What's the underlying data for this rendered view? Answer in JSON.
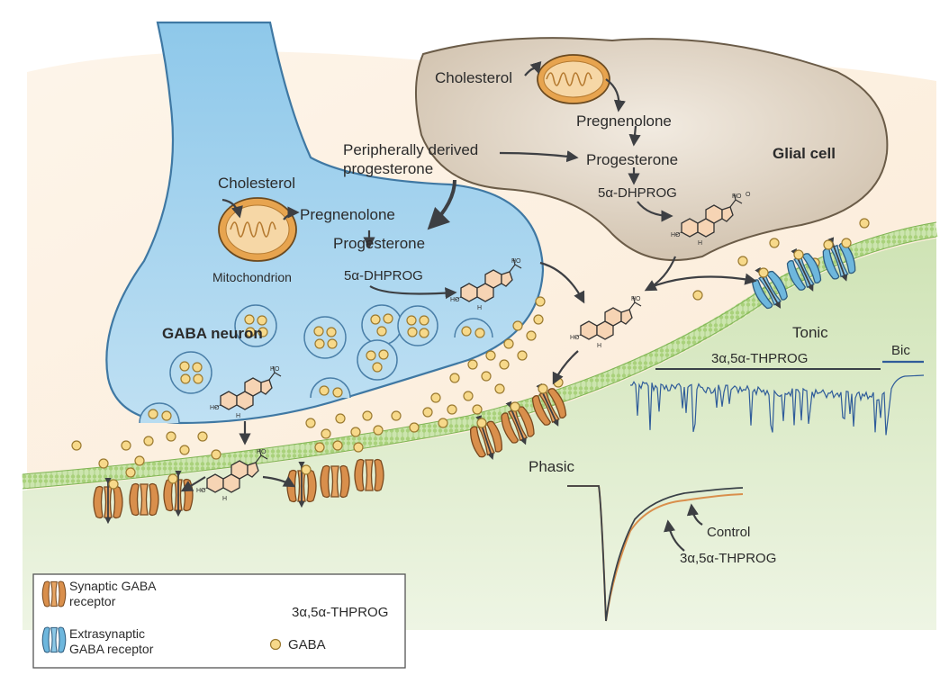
{
  "labels": {
    "glial_cholesterol": "Cholesterol",
    "glial_pregnenolone": "Pregnenolone",
    "glial_progesterone": "Progesterone",
    "glial_dhprog": "5α-DHPROG",
    "glial_cell": "Glial cell",
    "peripheral_line1": "Peripherally derived",
    "peripheral_line2": "progesterone",
    "neuron_cholesterol": "Cholesterol",
    "neuron_pregnenolone": "Pregnenolone",
    "neuron_progesterone": "Progesterone",
    "neuron_dhprog": "5α-DHPROG",
    "mitochondrion": "Mitochondrion",
    "gaba_neuron": "GABA neuron",
    "tonic": "Tonic",
    "phasic": "Phasic",
    "thprog_bar": "3α,5α-THPROG",
    "bic": "Bic",
    "control": "Control",
    "thprog_trace": "3α,5α-THPROG"
  },
  "legend": {
    "synaptic_line1": "Synaptic GABA",
    "synaptic_line2": "receptor",
    "extrasynaptic_line1": "Extrasynaptic",
    "extrasynaptic_line2": "GABA receptor",
    "steroid": "3α,5α-THPROG",
    "gaba": "GABA"
  },
  "steroid_labels": {
    "ho": "HO",
    "h": "H",
    "o": "O"
  },
  "colors": {
    "neuron_fill": "#a6d3ee",
    "glial_fill": "#e2d6c6",
    "synaptic_receptor": "#d98f4c",
    "extrasynaptic_receptor": "#6eb7dd",
    "gaba": "#f7d98a",
    "membrane": "#b9d98a",
    "tonic_trace": "#2f5c9a",
    "control_trace": "#3a4148",
    "thprog_trace": "#d98f4c"
  }
}
